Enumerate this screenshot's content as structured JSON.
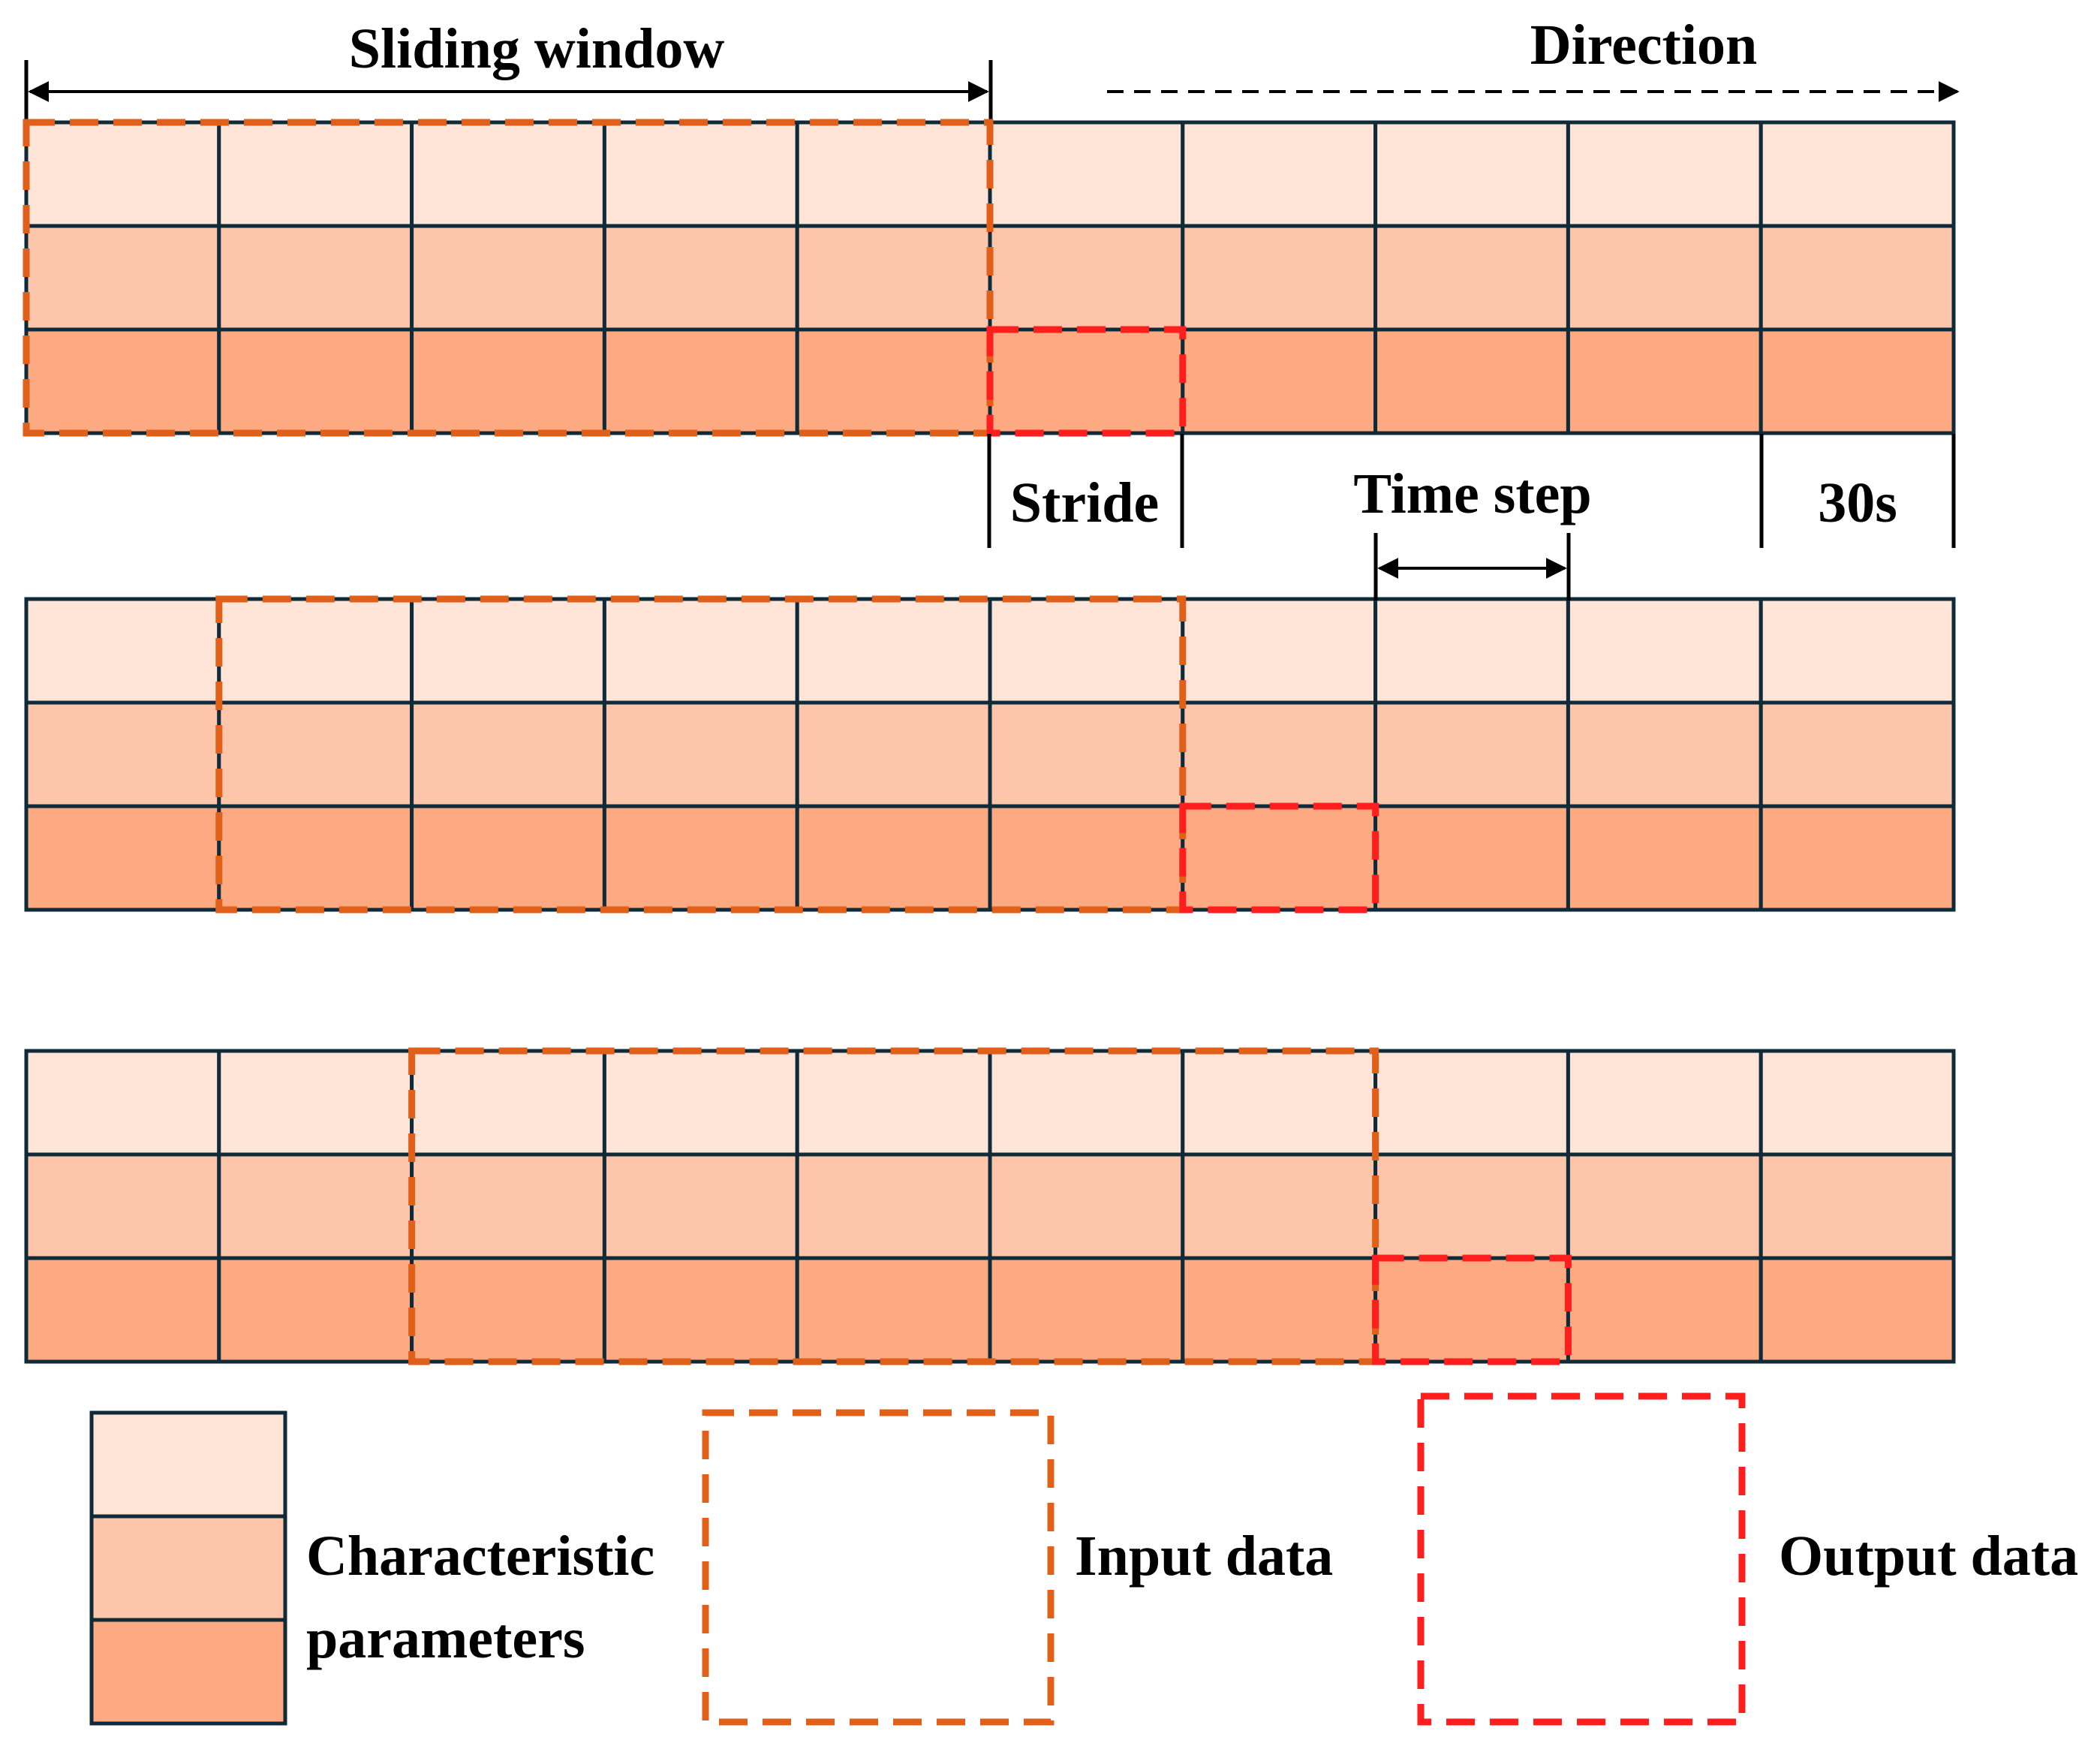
{
  "labels": {
    "sliding_window": "Sliding window",
    "direction": "Direction",
    "stride": "Stride",
    "time_step": "Time step",
    "interval": "30s"
  },
  "grids": [
    {
      "columns": 10,
      "rows": 3,
      "input_window": [
        0,
        5
      ],
      "output_column": 5
    },
    {
      "columns": 10,
      "rows": 3,
      "input_window": [
        1,
        6
      ],
      "output_column": 6
    },
    {
      "columns": 10,
      "rows": 3,
      "input_window": [
        2,
        7
      ],
      "output_column": 7
    }
  ],
  "legend": {
    "characteristic_line1": "Characteristic",
    "characteristic_line2": "parameters",
    "input": "Input data",
    "output": "Output data"
  },
  "colors": {
    "row1": "#FFE4D8",
    "row2": "#FDC5AA",
    "row3": "#FDAA82",
    "grid_line": "#0F2A38",
    "input_border": "#E0601A",
    "output_border": "#FF1E1E",
    "arrow": "#000000"
  }
}
